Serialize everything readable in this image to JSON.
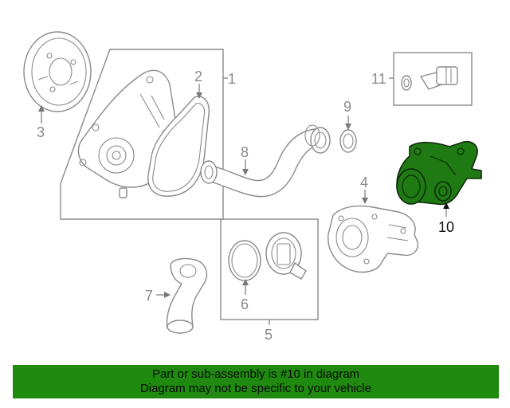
{
  "callouts": {
    "c1": "1",
    "c2": "2",
    "c3": "3",
    "c4": "4",
    "c5": "5",
    "c6": "6",
    "c7": "7",
    "c8": "8",
    "c9": "9",
    "c10": "10",
    "c11": "11"
  },
  "banner": {
    "line1": "Part or sub-assembly is #10 in diagram",
    "line2": "Diagram may not be specific to your vehicle"
  },
  "colors": {
    "highlight": "#1f7a14",
    "banner": "#1f8a0f",
    "line": "#8a8a8a"
  }
}
